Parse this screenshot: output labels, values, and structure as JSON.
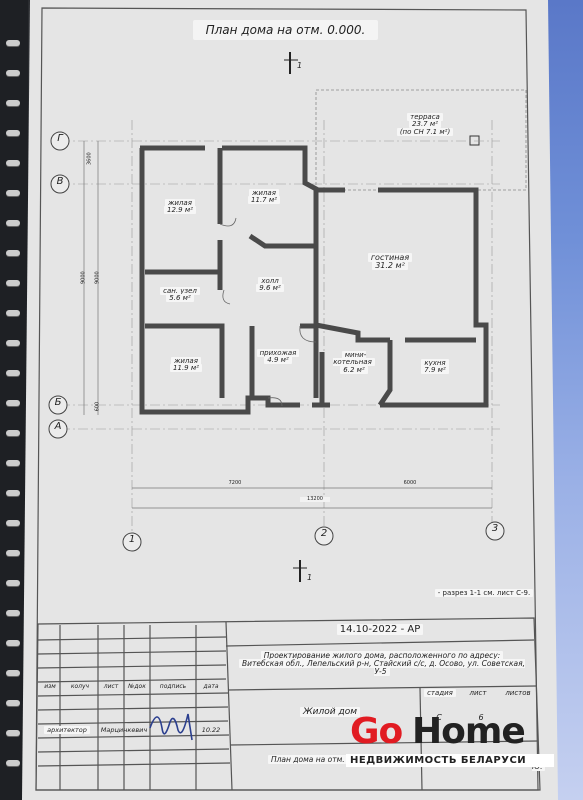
{
  "title": "План дома на отм. 0.000.",
  "section_mark": "1",
  "rooms": {
    "terrace": {
      "name": "терраса",
      "area": "23.7 м²",
      "note": "(по СН 7.1 м²)"
    },
    "living1": {
      "name": "жилая",
      "area": "12.9 м²"
    },
    "living2": {
      "name": "жилая",
      "area": "11.7 м²"
    },
    "bathroom": {
      "name": "сан. узел",
      "area": "5.6 м²"
    },
    "hall": {
      "name": "холл",
      "area": "9.6 м²"
    },
    "lounge": {
      "name": "гостиная",
      "area": "31.2 м²"
    },
    "living3": {
      "name": "жилая",
      "area": "11.9 м²"
    },
    "entry": {
      "name": "прихожая",
      "area": "4.9 м²"
    },
    "boiler": {
      "name": "мини-котельная",
      "area": "6.2 м²"
    },
    "kitchen": {
      "name": "кухня",
      "area": "7.9 м²"
    }
  },
  "axes": {
    "g": "Г",
    "v": "В",
    "b": "Б",
    "a": "А",
    "n1": "1",
    "n2": "2",
    "n3": "3"
  },
  "dims": {
    "d1": "7200",
    "d2": "6000",
    "total": "13200",
    "left1": "3600",
    "left2": "9000",
    "left3": "600"
  },
  "section_note": "- разрез 1-1 см. лист С-9.",
  "stamp": {
    "code": "14.10-2022 - АР",
    "project_line1": "Проектирование жилого дома, расположенного по адресу:",
    "project_line2": "Витебская обл., Лепельский р-н, Стайский с/с, д. Осово, ул. Советская, У-5",
    "cols": [
      "изм",
      "колуч",
      "лист",
      "№док",
      "подпись",
      "дата"
    ],
    "role": "архитектор",
    "person": "Марцинкевич",
    "date": "10.22",
    "object": "Жилой дом",
    "stage_h": "стадия",
    "sheet_h": "лист",
    "sheets_h": "листов",
    "stage_v": "С",
    "sheet_v": "6",
    "drawing": "План дома на отм. 0.000",
    "org": "ИП Ю."
  },
  "logo": {
    "go": "Go",
    "home": "Home",
    "tagline": "НЕДВИЖИМОСТЬ БЕЛАРУСИ"
  },
  "colors": {
    "paper": "#e6e6e6",
    "wall": "#4a4a4a",
    "logo_red": "#e11b22"
  }
}
